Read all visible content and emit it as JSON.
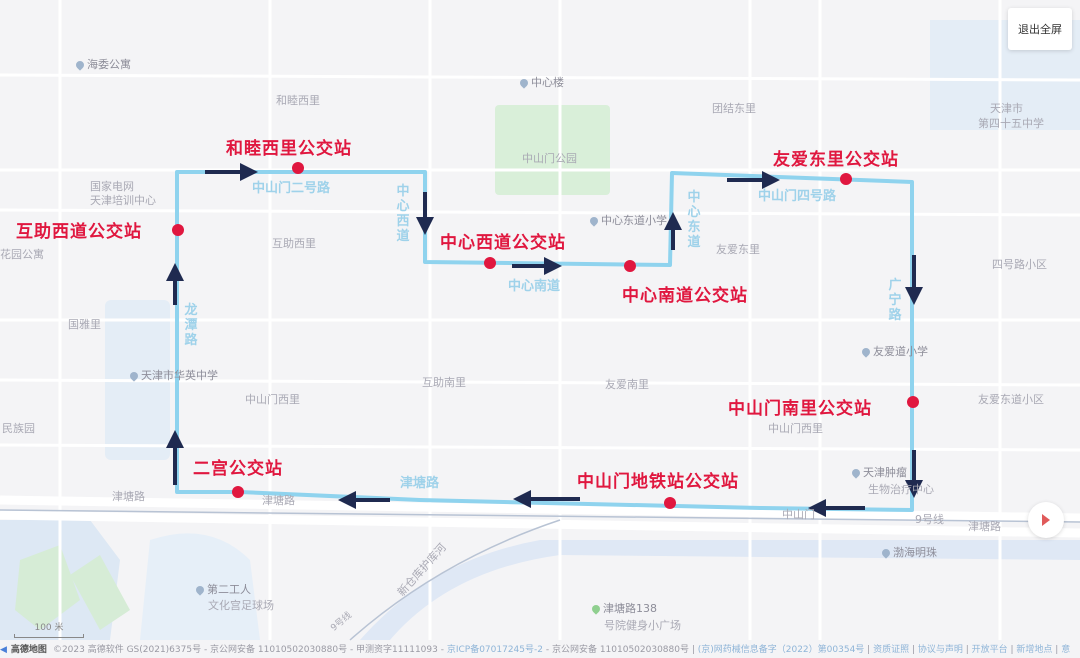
{
  "controls": {
    "exit_fullscreen": "退出全屏"
  },
  "colors": {
    "route": "#8fd3ee",
    "arrow": "#1f2a50",
    "stop": "#e0173f",
    "road_label": "#9fd2ea"
  },
  "stops": [
    {
      "name": "和睦西里公交站"
    },
    {
      "name": "互助西道公交站"
    },
    {
      "name": "中心西道公交站"
    },
    {
      "name": "中心南道公交站"
    },
    {
      "name": "友爱东里公交站"
    },
    {
      "name": "中山门南里公交站"
    },
    {
      "name": "中山门地铁站公交站"
    },
    {
      "name": "二宫公交站"
    }
  ],
  "route_roads": [
    "中山门二号路",
    "中心西道",
    "中心南道",
    "中心东道",
    "中山门四号路",
    "广宁路",
    "龙潭路",
    "津塘路"
  ],
  "map_labels": [
    "海委公寓",
    "和睦西里",
    "国家电网",
    "天津培训中心",
    "花园公寓",
    "互助西里",
    "国雅里",
    "天津市华英中学",
    "中山门西里",
    "民族园",
    "互助南里",
    "中心楼",
    "中山门公园",
    "中心东道小学",
    "团结东里",
    "天津市",
    "第四十五中学",
    "友爱东里",
    "四号路小区",
    "友爱道小学",
    "友爱南里",
    "友爱东道小区",
    "天津肿瘤",
    "生物治疗中心",
    "津塘路",
    "津塘路",
    "中山门",
    "9号线",
    "渤海明珠",
    "第二工人",
    "文化宫足球场",
    "新仓库护库河",
    "津塘路138",
    "号院健身小广场",
    "津塘路",
    "中山门西里",
    "9号线"
  ],
  "scale": "100 米",
  "footer": {
    "brand": "高德地图",
    "text": "©2023 高德软件 GS(2021)6375号 - 京公网安备 11010502030880号 - 甲测资字11111093 - ",
    "icp": "京ICP备07017245号-2",
    "text2": " - 京公网安备 11010502030880号 | ",
    "links": [
      "(京)网药械信息备字（2022）第00354号",
      "资质证照",
      "协议与声明",
      "开放平台",
      "新增地点",
      "意"
    ]
  }
}
